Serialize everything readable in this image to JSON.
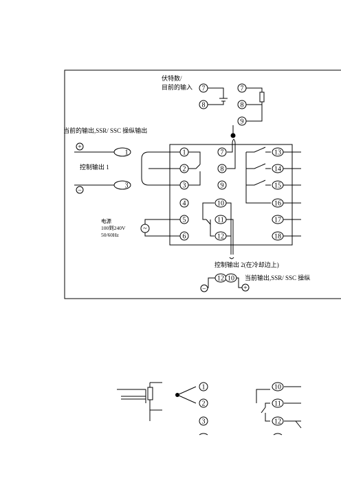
{
  "top_labels": {
    "voltage_input_line1": "伏特数/",
    "voltage_input_line2": "目前的输入",
    "current_output_ssr": "当前的输出,SSR/ SSC 操纵输出",
    "control_output_1": "控制输出  1",
    "power_line1": "电源",
    "power_line2": "100到240V",
    "power_line3": "50/60Hz",
    "control_output_2": "控制输出 2(在冷却边上)",
    "current_output_ssr_2": "当前输出,SSR/ SSC 操纵"
  },
  "symbols": {
    "plus": "+",
    "minus": "−",
    "ac": "~"
  },
  "terminals": {
    "top_input_left_a": "7",
    "top_input_left_b": "8",
    "top_input_right_a": "7",
    "top_input_right_b": "8",
    "top_input_right_c": "9",
    "ssr_terminal_1": "1",
    "ssr_terminal_3": "3",
    "col1": [
      "1",
      "2",
      "3",
      "4",
      "5",
      "6"
    ],
    "col2": [
      "7",
      "8",
      "9",
      "10",
      "11",
      "12"
    ],
    "col3": [
      "13",
      "14",
      "15",
      "16",
      "17",
      "18"
    ],
    "bottom_out_a": "12",
    "bottom_out_b": "10",
    "lower_left": [
      "1",
      "2",
      "3"
    ],
    "lower_right": [
      "10",
      "11",
      "12"
    ]
  }
}
